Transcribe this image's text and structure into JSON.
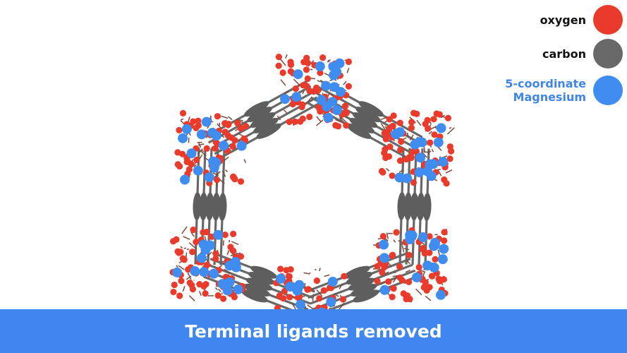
{
  "legend": {
    "items": [
      {
        "label": "oxygen",
        "color": "#ea3a2b",
        "text_color": "#111111"
      },
      {
        "label": "carbon",
        "color": "#686868",
        "text_color": "#111111"
      },
      {
        "label": "5-coordinate\nMagnesium",
        "color": "#3f8df0",
        "text_color": "#3f86e8"
      }
    ]
  },
  "banner": {
    "text": "Terminal ligands removed",
    "color": "#3f86f0"
  },
  "structure": {
    "atom_colors": {
      "oxygen": "#ea3a2b",
      "carbon": "#686868",
      "magnesium": "#3f8df0"
    }
  }
}
